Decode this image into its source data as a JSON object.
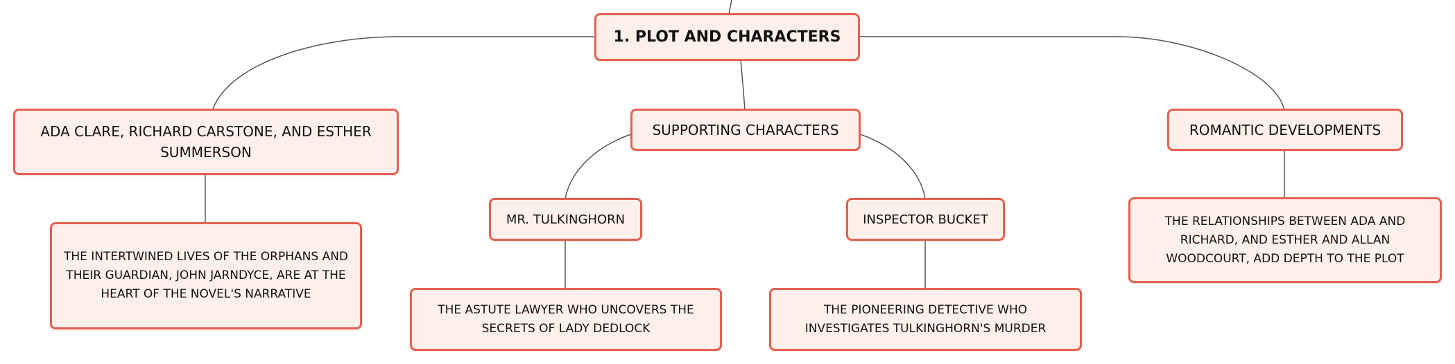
{
  "diagram": {
    "root": {
      "label": "1. PLOT AND CHARACTERS"
    },
    "branches": [
      {
        "label": "ADA CLARE, RICHARD CARSTONE, AND ESTHER SUMMERSON",
        "detail": "THE INTERTWINED LIVES OF THE ORPHANS AND THEIR GUARDIAN, JOHN JARNDYCE, ARE AT THE HEART OF THE NOVEL'S NARRATIVE"
      },
      {
        "label": "SUPPORTING CHARACTERS",
        "children": [
          {
            "label": "MR. TULKINGHORN",
            "detail": "THE ASTUTE LAWYER WHO UNCOVERS THE SECRETS OF LADY DEDLOCK"
          },
          {
            "label": "INSPECTOR BUCKET",
            "detail": "THE PIONEERING DETECTIVE WHO INVESTIGATES TULKINGHORN'S MURDER"
          }
        ]
      },
      {
        "label": "ROMANTIC DEVELOPMENTS",
        "detail": "THE RELATIONSHIPS BETWEEN ADA AND RICHARD, AND ESTHER AND ALLAN WOODCOURT, ADD DEPTH TO THE PLOT"
      }
    ]
  },
  "colors": {
    "node_border": "#e36150",
    "node_fill": "#fdf0eb",
    "connector": "#555555"
  }
}
